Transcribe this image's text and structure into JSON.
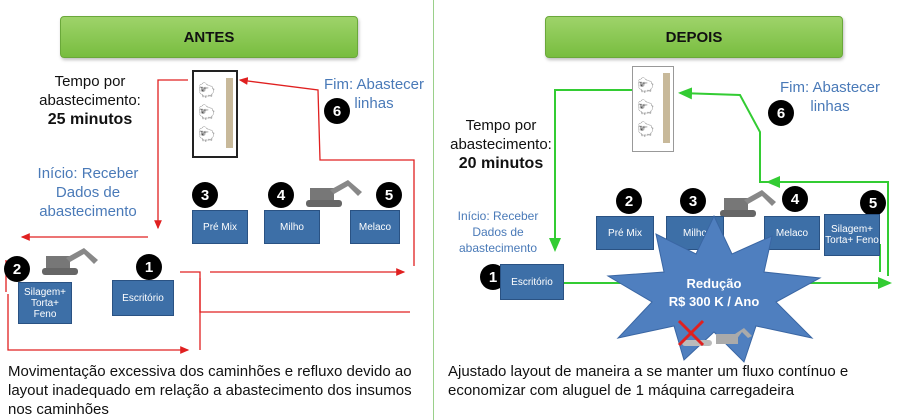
{
  "left": {
    "title": "ANTES",
    "time_label": "Tempo por abastecimento:",
    "time_value": "25 minutos",
    "start_label": "Início: Receber Dados de abastecimento",
    "end_label": "Fim: Abastecer linhas",
    "boxes": {
      "premix": "Pré Mix",
      "milho": "Milho",
      "melaco": "Melaco",
      "silagem": "Silagem+ Torta+ Feno",
      "escritorio": "Escritório"
    },
    "numbers": [
      "1",
      "2",
      "3",
      "4",
      "5",
      "6"
    ],
    "caption": "Movimentação excessiva dos caminhões e refluxo devido ao layout inadequado em relação a abastecimento dos insumos nos caminhões"
  },
  "right": {
    "title": "DEPOIS",
    "time_label": "Tempo por abastecimento:",
    "time_value": "20 minutos",
    "start_label": "Início: Receber Dados de abastecimento",
    "end_label": "Fim: Abastecer linhas",
    "boxes": {
      "premix": "Pré Mix",
      "milho": "Milho",
      "melaco": "Melaco",
      "silagem": "Silagem+ Torta+ Feno",
      "escritorio": "Escritório"
    },
    "numbers": [
      "1",
      "2",
      "3",
      "4",
      "5",
      "6"
    ],
    "burst_title": "Redução",
    "burst_value": "R$ 300 K / Ano",
    "caption": "Ajustado layout de maneira a se manter um fluxo contínuo e economizar com aluguel de 1  máquina carregadeira"
  },
  "colors": {
    "flow_before": "#e02020",
    "flow_after": "#33cc33",
    "box": "#3d6fa7",
    "header": "#8cc957",
    "burst": "#4f7fbf"
  },
  "icons": [
    "excavator-icon",
    "sheep-icon",
    "cross-icon"
  ]
}
